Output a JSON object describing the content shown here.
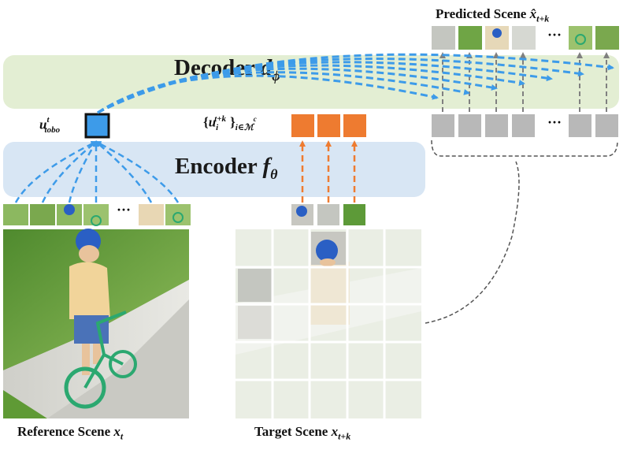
{
  "decoder": {
    "label": "Decoder",
    "symbol": "d",
    "subscript": "ϕ"
  },
  "encoder": {
    "label": "Encoder",
    "symbol": "f",
    "subscript": "θ"
  },
  "token_label": {
    "base": "u",
    "sup": "t",
    "sub": "tobo"
  },
  "visible_tokens_label": {
    "base": "u",
    "sub": "i",
    "sup": "t+k",
    "set_sub": "i∈ℳ",
    "set_sup": "c"
  },
  "predicted_scene": {
    "prefix": "Predicted Scene",
    "symbol": "x̂",
    "sub": "t+k"
  },
  "reference_scene": {
    "prefix": "Reference Scene",
    "symbol": "x",
    "sub": "t"
  },
  "target_scene": {
    "prefix": "Target Scene",
    "symbol": "x",
    "sub": "t+k"
  },
  "ellipsis": "···",
  "colors": {
    "decoder_band": "#e3eed3",
    "encoder_band": "#d8e6f4",
    "blue_accent": "#3d9be9",
    "orange_accent": "#ee7b30",
    "gray_token": "#b8b8b8",
    "gray_arrow": "#808080"
  }
}
